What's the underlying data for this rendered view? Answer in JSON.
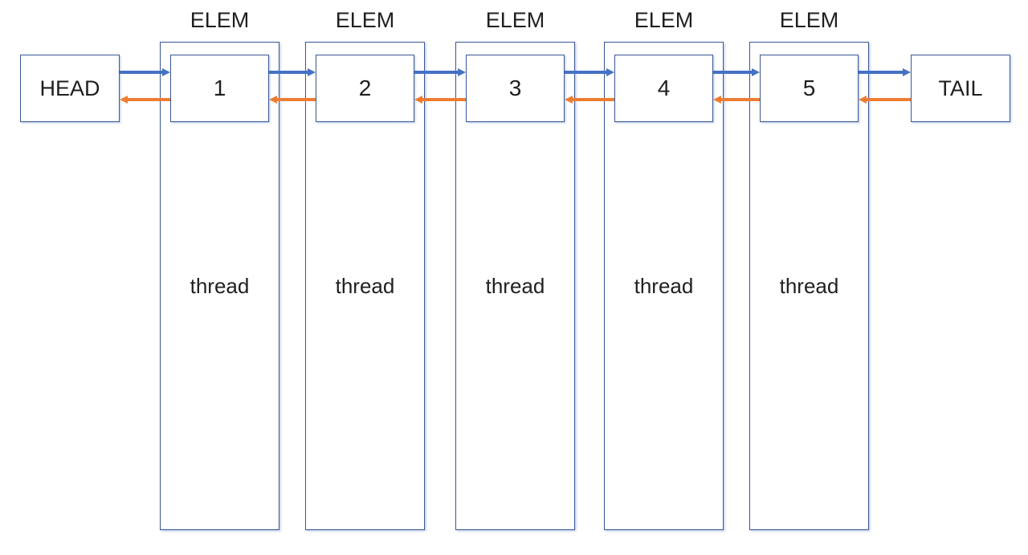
{
  "diagram": {
    "head": {
      "label": "HEAD"
    },
    "tail": {
      "label": "TAIL"
    },
    "elements": [
      {
        "label": "ELEM",
        "value": "1",
        "thread": "thread"
      },
      {
        "label": "ELEM",
        "value": "2",
        "thread": "thread"
      },
      {
        "label": "ELEM",
        "value": "3",
        "thread": "thread"
      },
      {
        "label": "ELEM",
        "value": "4",
        "thread": "thread"
      },
      {
        "label": "ELEM",
        "value": "5",
        "thread": "thread"
      }
    ],
    "colors": {
      "box_border": "#3A5795",
      "forward_arrow": "#4472C4",
      "backward_arrow": "#ED7D31",
      "text": "#1F1F1F",
      "background": "#FFFFFF"
    }
  }
}
